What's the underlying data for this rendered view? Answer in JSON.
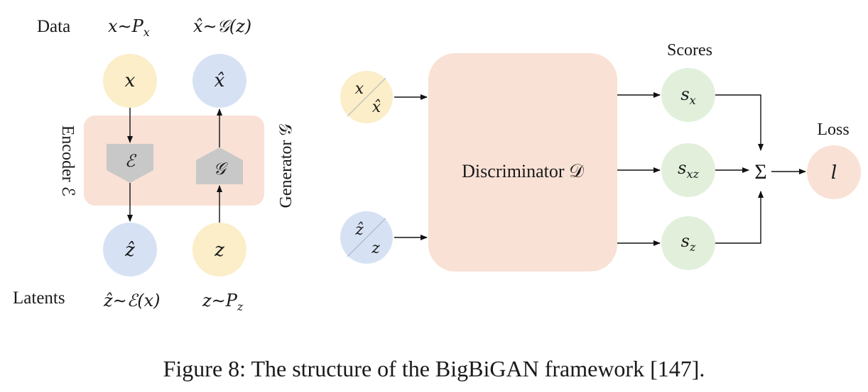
{
  "colors": {
    "yellow": "#fbeec8",
    "blue": "#d6e2f4",
    "peach": "#f9e1d5",
    "green": "#e2f0db",
    "gray": "#c8c8c8",
    "arrow": "#111111"
  },
  "left": {
    "row_label_data": "Data",
    "row_label_latents": "Latents",
    "data_x": "x∼P",
    "data_x_sub": "x",
    "data_xhat": "x̂∼𝒢(z)",
    "latent_zhat": "ẑ∼ℰ(x)",
    "latent_z": "z∼P",
    "latent_z_sub": "z",
    "node_x": "x",
    "node_xhat": "x̂",
    "node_zhat": "ẑ",
    "node_z": "z",
    "encoder_symbol": "ℰ",
    "generator_symbol": "𝒢",
    "encoder_label": "Encoder ℰ",
    "generator_label": "Generator 𝒢"
  },
  "right": {
    "input_top_a": "x",
    "input_top_b": "x̂",
    "input_bot_a": "ẑ",
    "input_bot_b": "z",
    "discriminator": "Discriminator 𝒟",
    "scores_title": "Scores",
    "score_x": "s",
    "score_x_sub": "x",
    "score_xz": "s",
    "score_xz_sub": "xz",
    "score_z": "s",
    "score_z_sub": "z",
    "sum_symbol": "Σ",
    "loss_title": "Loss",
    "loss_symbol": "l"
  },
  "caption": "Figure 8: The structure of the BigBiGAN framework [147]."
}
